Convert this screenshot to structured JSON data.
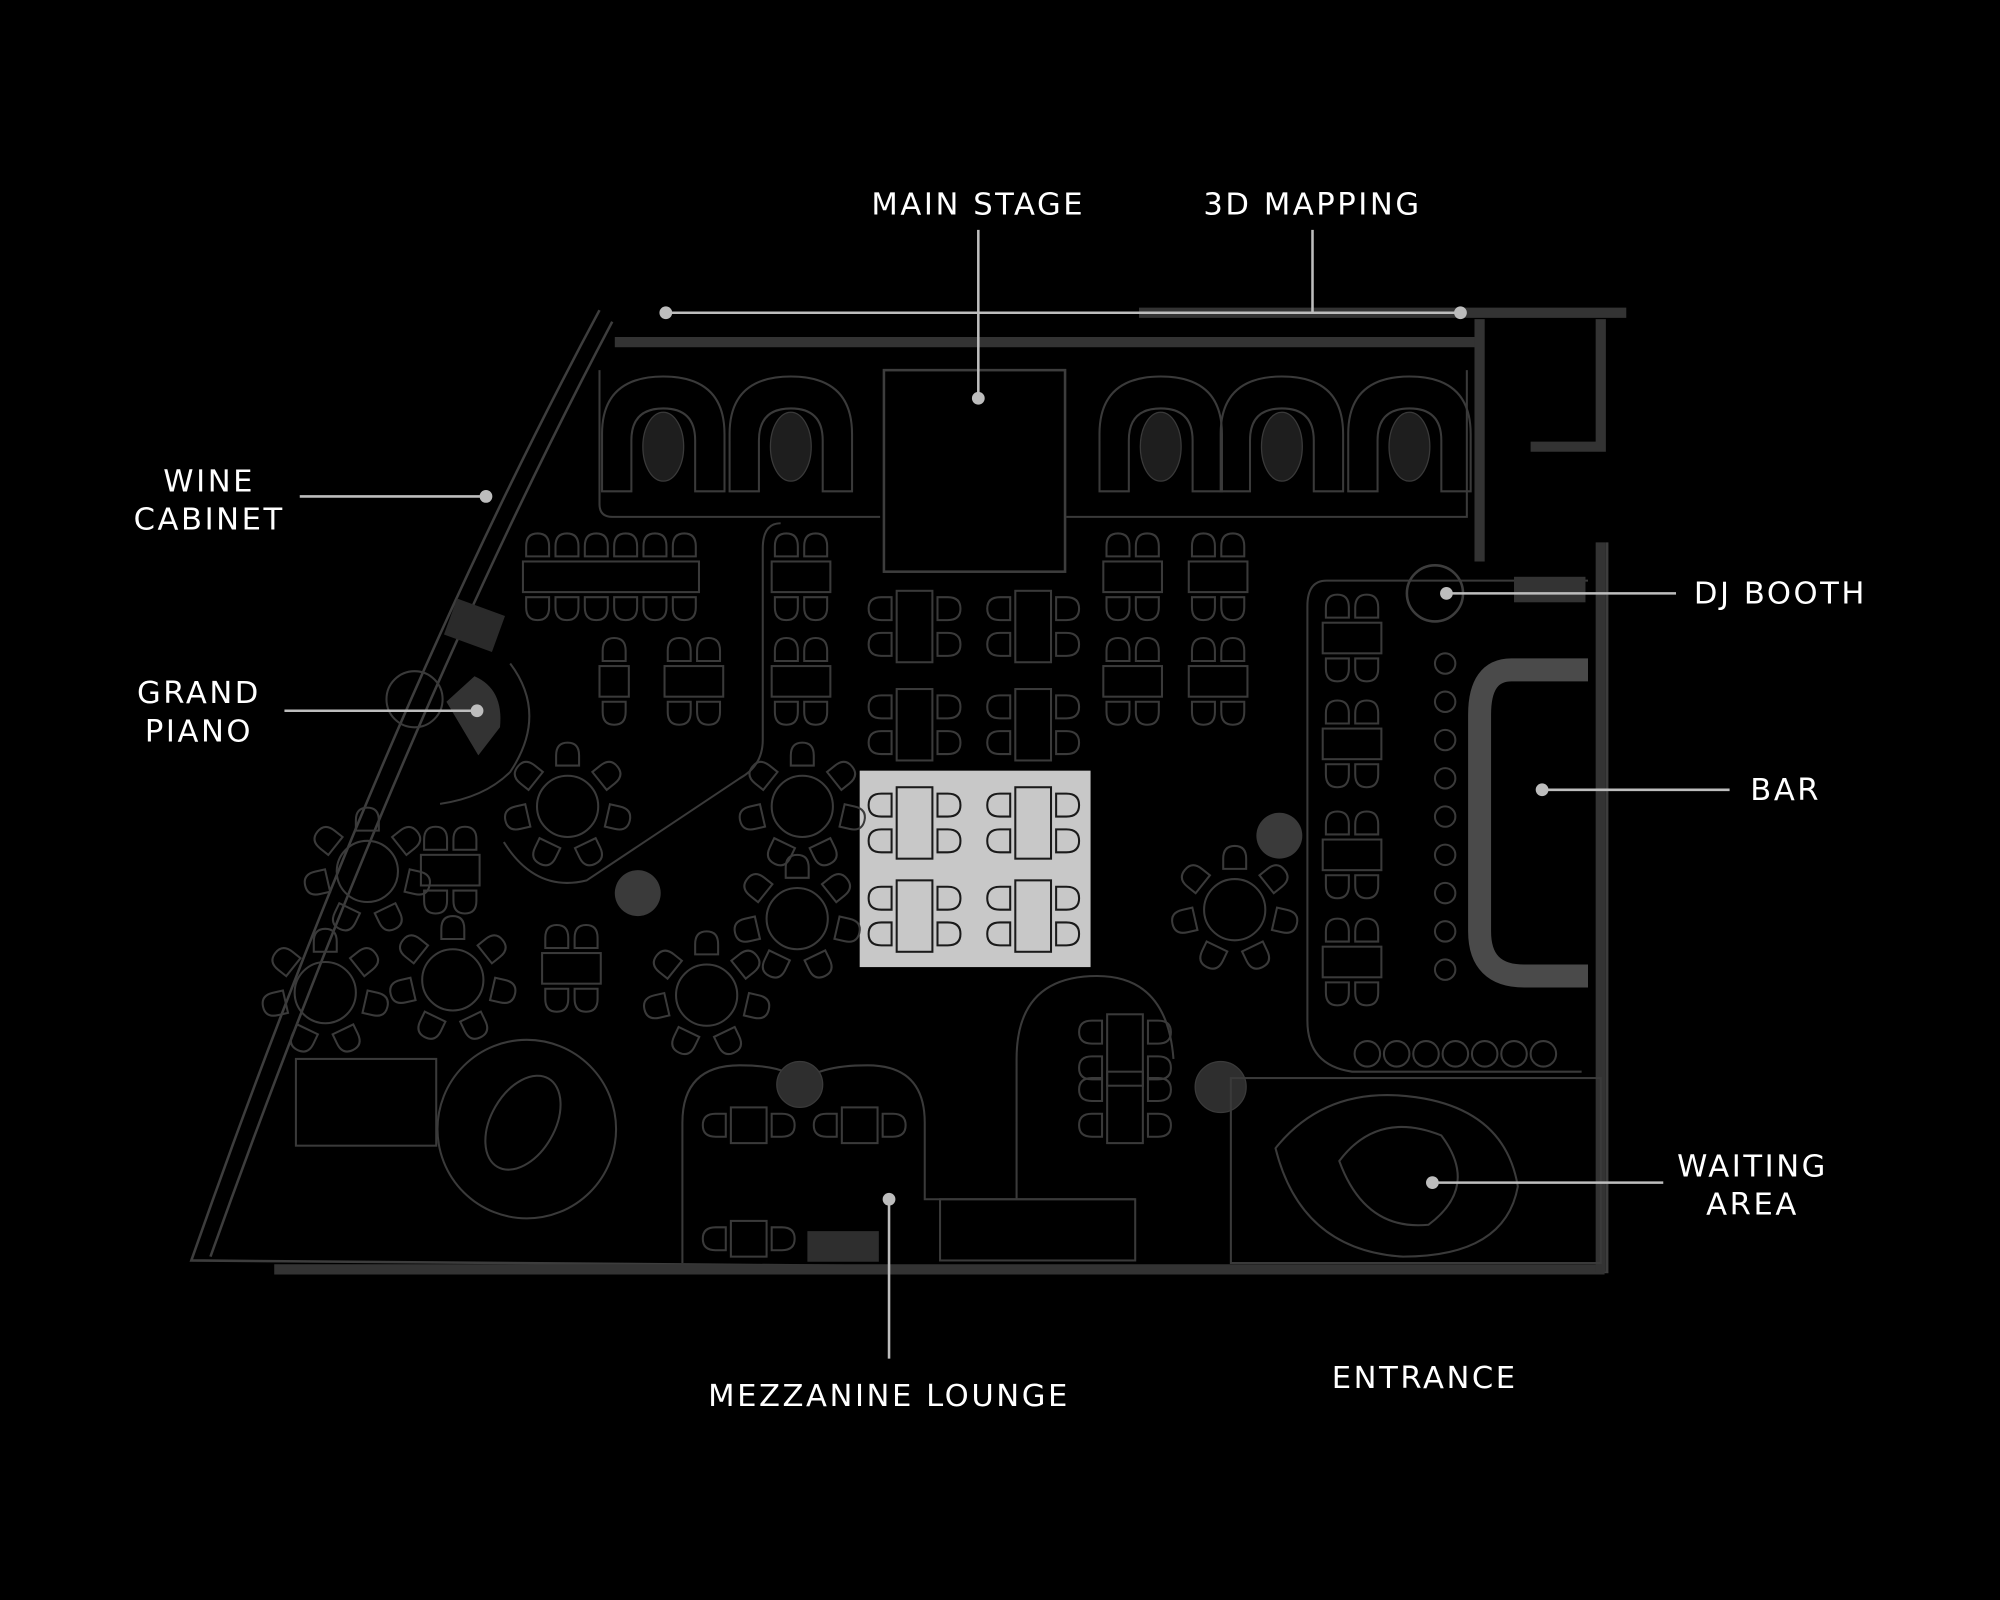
{
  "labels": {
    "main_stage": "MAIN STAGE",
    "mapping": "3D MAPPING",
    "wine_cabinet_1": "WINE",
    "wine_cabinet_2": "CABINET",
    "grand_piano_1": "GRAND",
    "grand_piano_2": "PIANO",
    "dj_booth": "DJ BOOTH",
    "bar": "BAR",
    "waiting_area_1": "WAITING",
    "waiting_area_2": "AREA",
    "mezzanine_lounge": "MEZZANINE LOUNGE",
    "entrance": "ENTRANCE"
  },
  "colors": {
    "background": "#000000",
    "label": "#ffffff",
    "leader": "#bdbdbd",
    "dance_floor": "#c8c8c8",
    "wall": "#3d3d3d"
  }
}
